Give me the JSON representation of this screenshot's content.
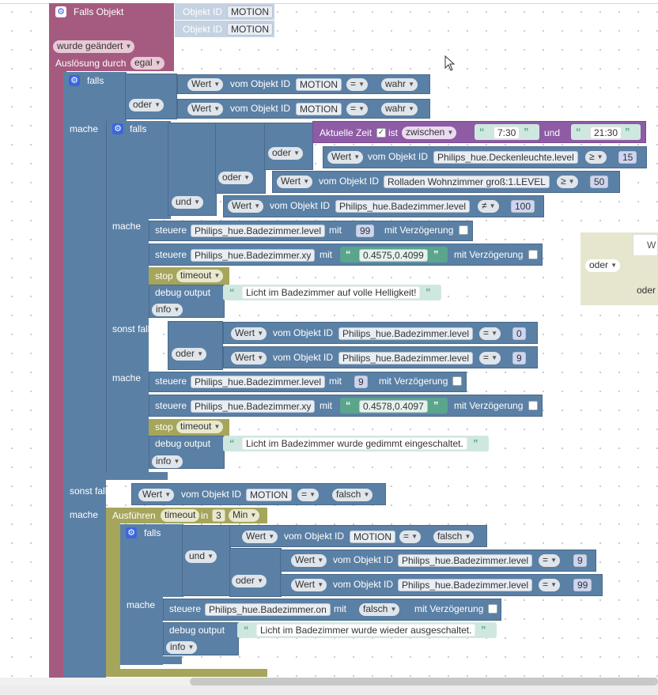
{
  "trigger": {
    "title": "Falls Objekt",
    "obj_label": "Objekt ID",
    "obj1": "MOTION",
    "obj2": "MOTION",
    "changed": "wurde geändert",
    "trigger_label": "Auslösung durch",
    "trigger_val": "egal"
  },
  "labels": {
    "falls": "falls",
    "oder": "oder",
    "und": "und",
    "mache": "mache",
    "sonst_falls": "sonst falls",
    "wert": "Wert",
    "vom": "vom Objekt ID",
    "steuere": "steuere",
    "mit": "mit",
    "mit_verz": "mit Verzögerung",
    "stop": "stop",
    "timeout": "timeout",
    "debug": "debug output",
    "info": "info",
    "aktuelle_zeit": "Aktuelle Zeit",
    "ist": "ist",
    "zwischen": "zwischen",
    "ausfuehren": "Ausführen",
    "in": "in",
    "min": "Min"
  },
  "ops": {
    "eq": "=",
    "ge": "≥",
    "ne": "≠",
    "wahr": "wahr",
    "falsch": "falsch"
  },
  "outer_if": {
    "c1_obj": "MOTION",
    "c2_obj": "MOTION"
  },
  "inner_if": {
    "time_from": "7:30",
    "time_to": "21:30",
    "decken_obj": "Philips_hue.Deckenleuchte.level",
    "decken_val": "15",
    "rollo_obj": "Rolladen Wohnzimmer groß:1.LEVEL",
    "rollo_val": "50",
    "bad_level_obj": "Philips_hue.Badezimmer.level",
    "bad_level_val": "100",
    "s1_obj": "Philips_hue.Badezimmer.level",
    "s1_val": "99",
    "s2_obj": "Philips_hue.Badezimmer.xy",
    "s2_val": "0.4575,0.4099",
    "debug1": "Licht im Badezimmer auf volle Helligkeit!",
    "e_c1_obj": "Philips_hue.Badezimmer.level",
    "e_c1_val": "0",
    "e_c2_obj": "Philips_hue.Badezimmer.level",
    "e_c2_val": "9",
    "e_s1_obj": "Philips_hue.Badezimmer.level",
    "e_s1_val": "9",
    "e_s2_obj": "Philips_hue.Badezimmer.xy",
    "e_s2_val": "0.4578,0.4097",
    "debug2": "Licht im Badezimmer wurde gedimmt eingeschaltet."
  },
  "sonst": {
    "obj": "MOTION",
    "timeout_name": "timeout",
    "delay": "3",
    "c1_obj": "MOTION",
    "c2_obj": "Philips_hue.Badezimmer.level",
    "c2_val": "9",
    "c3_obj": "Philips_hue.Badezimmer.level",
    "c3_val": "99",
    "s_obj": "Philips_hue.Badezimmer.on",
    "debug3": "Licht im Badezimmer wurde wieder ausgeschaltet."
  },
  "side": {
    "oder1": "oder",
    "oder2": "oder",
    "w": "W"
  },
  "colors": {
    "trigger": "#a55b80",
    "logic": "#5b80a5",
    "text": "#a5a55b",
    "string": "#5ba58c",
    "time": "#8e5ba5",
    "math": "#5b67a5",
    "debug_text": "#a5a55b"
  }
}
